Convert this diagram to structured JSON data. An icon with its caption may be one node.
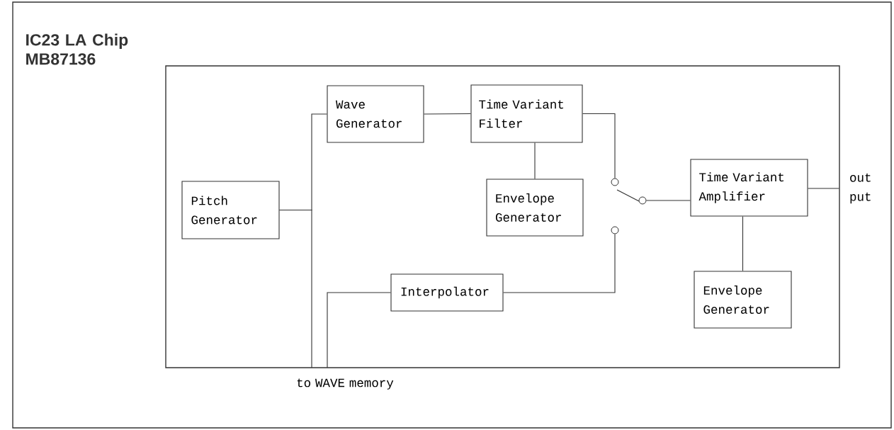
{
  "diagram": {
    "title": "IC23 LA Chip MB87136",
    "nodes": [
      {
        "text": [],
        "shape": "box"
      },
      {
        "text": [
          "Pitch Generator"
        ],
        "in": 0
      },
      {
        "text": [
          "Wave Generator"
        ],
        "in": 0
      },
      {
        "text": [
          "Time Variant Filter"
        ],
        "in": 0
      },
      {
        "text": [
          "Envelope Generator"
        ],
        "in": 0
      },
      {
        "text": [
          "Interpolator"
        ],
        "in": 0
      },
      {
        "text": [],
        "shape": "circle",
        "in": 0
      },
      {
        "text": [],
        "shape": "circle",
        "in": 0
      },
      {
        "text": [],
        "shape": "circle",
        "in": 0
      },
      {
        "text": [
          "Time Variant Amplifier"
        ],
        "in": 0
      },
      {
        "text": [
          "Envelope Generator"
        ],
        "in": 0
      },
      {
        "text": [
          "out put"
        ]
      },
      {
        "text": [
          "to WAVE memory"
        ]
      }
    ],
    "edges": [
      {
        "from": 1,
        "to": 2,
        "arrow": "none"
      },
      {
        "from": 1,
        "to": 12,
        "arrow": "none"
      },
      {
        "from": 2,
        "to": 3,
        "arrow": "none"
      },
      {
        "from": 3,
        "to": 4,
        "arrow": "none"
      },
      {
        "from": 3,
        "to": 6,
        "arrow": "none"
      },
      {
        "from": 5,
        "to": 8,
        "arrow": "none"
      },
      {
        "from": 7,
        "to": 9,
        "arrow": "none"
      },
      {
        "from": 9,
        "to": 10,
        "arrow": "none"
      },
      {
        "from": 9,
        "to": 11,
        "arrow": "none"
      },
      {
        "from": 5,
        "to": 12,
        "arrow": "none"
      }
    ]
  }
}
